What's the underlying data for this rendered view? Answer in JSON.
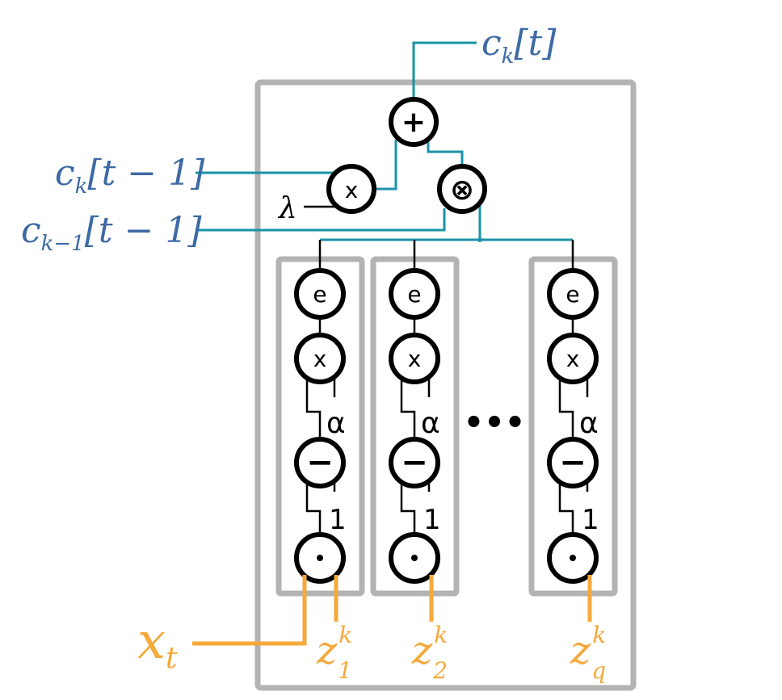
{
  "colors": {
    "frame": "#b3b3b3",
    "teal": "#1a93a6",
    "orange": "#f5a93a",
    "blue_text": "#3d6aa4",
    "black": "#000000"
  },
  "labels": {
    "output": {
      "main": "c",
      "sub": "k",
      "rest": "[t]"
    },
    "prev_same": {
      "main": "c",
      "sub": "k",
      "rest": "[t − 1]"
    },
    "prev_lower": {
      "main": "c",
      "sub": "k−1",
      "rest": "[t − 1]"
    },
    "lambda": "λ",
    "input": {
      "main": "x",
      "sub": "t"
    },
    "ellipsis": "•••"
  },
  "top_ops": {
    "add": "+",
    "mult": "x",
    "otimes": "⊗"
  },
  "columns": [
    {
      "exp": "e",
      "mult": "x",
      "alpha": "α",
      "minus": "−",
      "one": "1",
      "odot": "⊙",
      "z_main": "z",
      "z_sup": "k",
      "z_sub": "1"
    },
    {
      "exp": "e",
      "mult": "x",
      "alpha": "α",
      "minus": "−",
      "one": "1",
      "odot": "⊙",
      "z_main": "z",
      "z_sup": "k",
      "z_sub": "2"
    },
    {
      "exp": "e",
      "mult": "x",
      "alpha": "α",
      "minus": "−",
      "one": "1",
      "odot": "⊙",
      "z_main": "z",
      "z_sup": "k",
      "z_sub": "q"
    }
  ]
}
